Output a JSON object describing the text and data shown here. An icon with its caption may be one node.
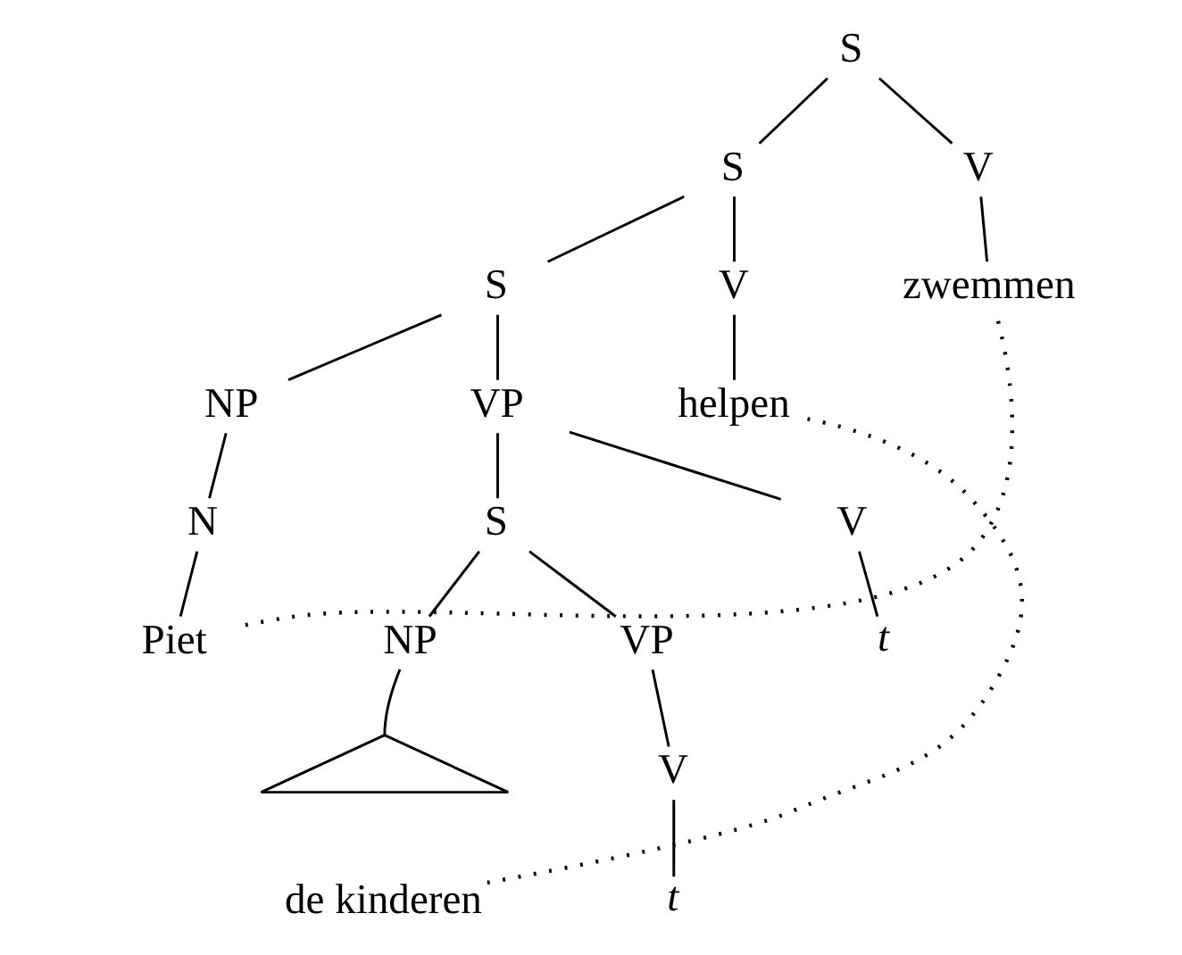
{
  "diagram": {
    "nodes": [
      {
        "text": [
          "S"
        ]
      },
      {
        "text": [
          "S"
        ]
      },
      {
        "text": [
          "V"
        ]
      },
      {
        "text": [
          "zwemmen"
        ]
      },
      {
        "text": [
          "S"
        ]
      },
      {
        "text": [
          "V"
        ]
      },
      {
        "text": [
          "helpen"
        ]
      },
      {
        "text": [
          "NP"
        ]
      },
      {
        "text": [
          "VP"
        ]
      },
      {
        "text": [
          "N"
        ]
      },
      {
        "text": [
          "S"
        ]
      },
      {
        "text": [
          "V"
        ]
      },
      {
        "text": [
          "Piet"
        ]
      },
      {
        "text": [
          "NP"
        ]
      },
      {
        "text": [
          "VP"
        ]
      },
      {
        "text": [
          "t"
        ]
      },
      {
        "text": [],
        "shape": "triangle"
      },
      {
        "text": [
          "de kinderen"
        ]
      },
      {
        "text": [
          "V"
        ]
      },
      {
        "text": [
          "t"
        ]
      }
    ],
    "edges": [
      {
        "from": 0,
        "to": 1,
        "arrow": "none"
      },
      {
        "from": 0,
        "to": 2,
        "arrow": "none"
      },
      {
        "from": 2,
        "to": 3,
        "arrow": "none"
      },
      {
        "from": 1,
        "to": 4,
        "arrow": "none"
      },
      {
        "from": 1,
        "to": 5,
        "arrow": "none"
      },
      {
        "from": 5,
        "to": 6,
        "arrow": "none"
      },
      {
        "from": 4,
        "to": 7,
        "arrow": "none"
      },
      {
        "from": 4,
        "to": 8,
        "arrow": "none"
      },
      {
        "from": 7,
        "to": 9,
        "arrow": "none"
      },
      {
        "from": 8,
        "to": 10,
        "arrow": "none"
      },
      {
        "from": 8,
        "to": 11,
        "arrow": "none"
      },
      {
        "from": 9,
        "to": 12,
        "arrow": "none"
      },
      {
        "from": 10,
        "to": 13,
        "arrow": "none"
      },
      {
        "from": 10,
        "to": 14,
        "arrow": "none"
      },
      {
        "from": 11,
        "to": 15,
        "arrow": "none"
      },
      {
        "from": 13,
        "to": 16,
        "arrow": "none"
      },
      {
        "from": 14,
        "to": 18,
        "arrow": "none"
      },
      {
        "from": 18,
        "to": 19,
        "arrow": "none"
      },
      {
        "from": 17,
        "to": 6,
        "arrow": "none",
        "style": "dashed"
      },
      {
        "from": 12,
        "to": 3,
        "arrow": "none",
        "style": "dashed"
      }
    ]
  }
}
